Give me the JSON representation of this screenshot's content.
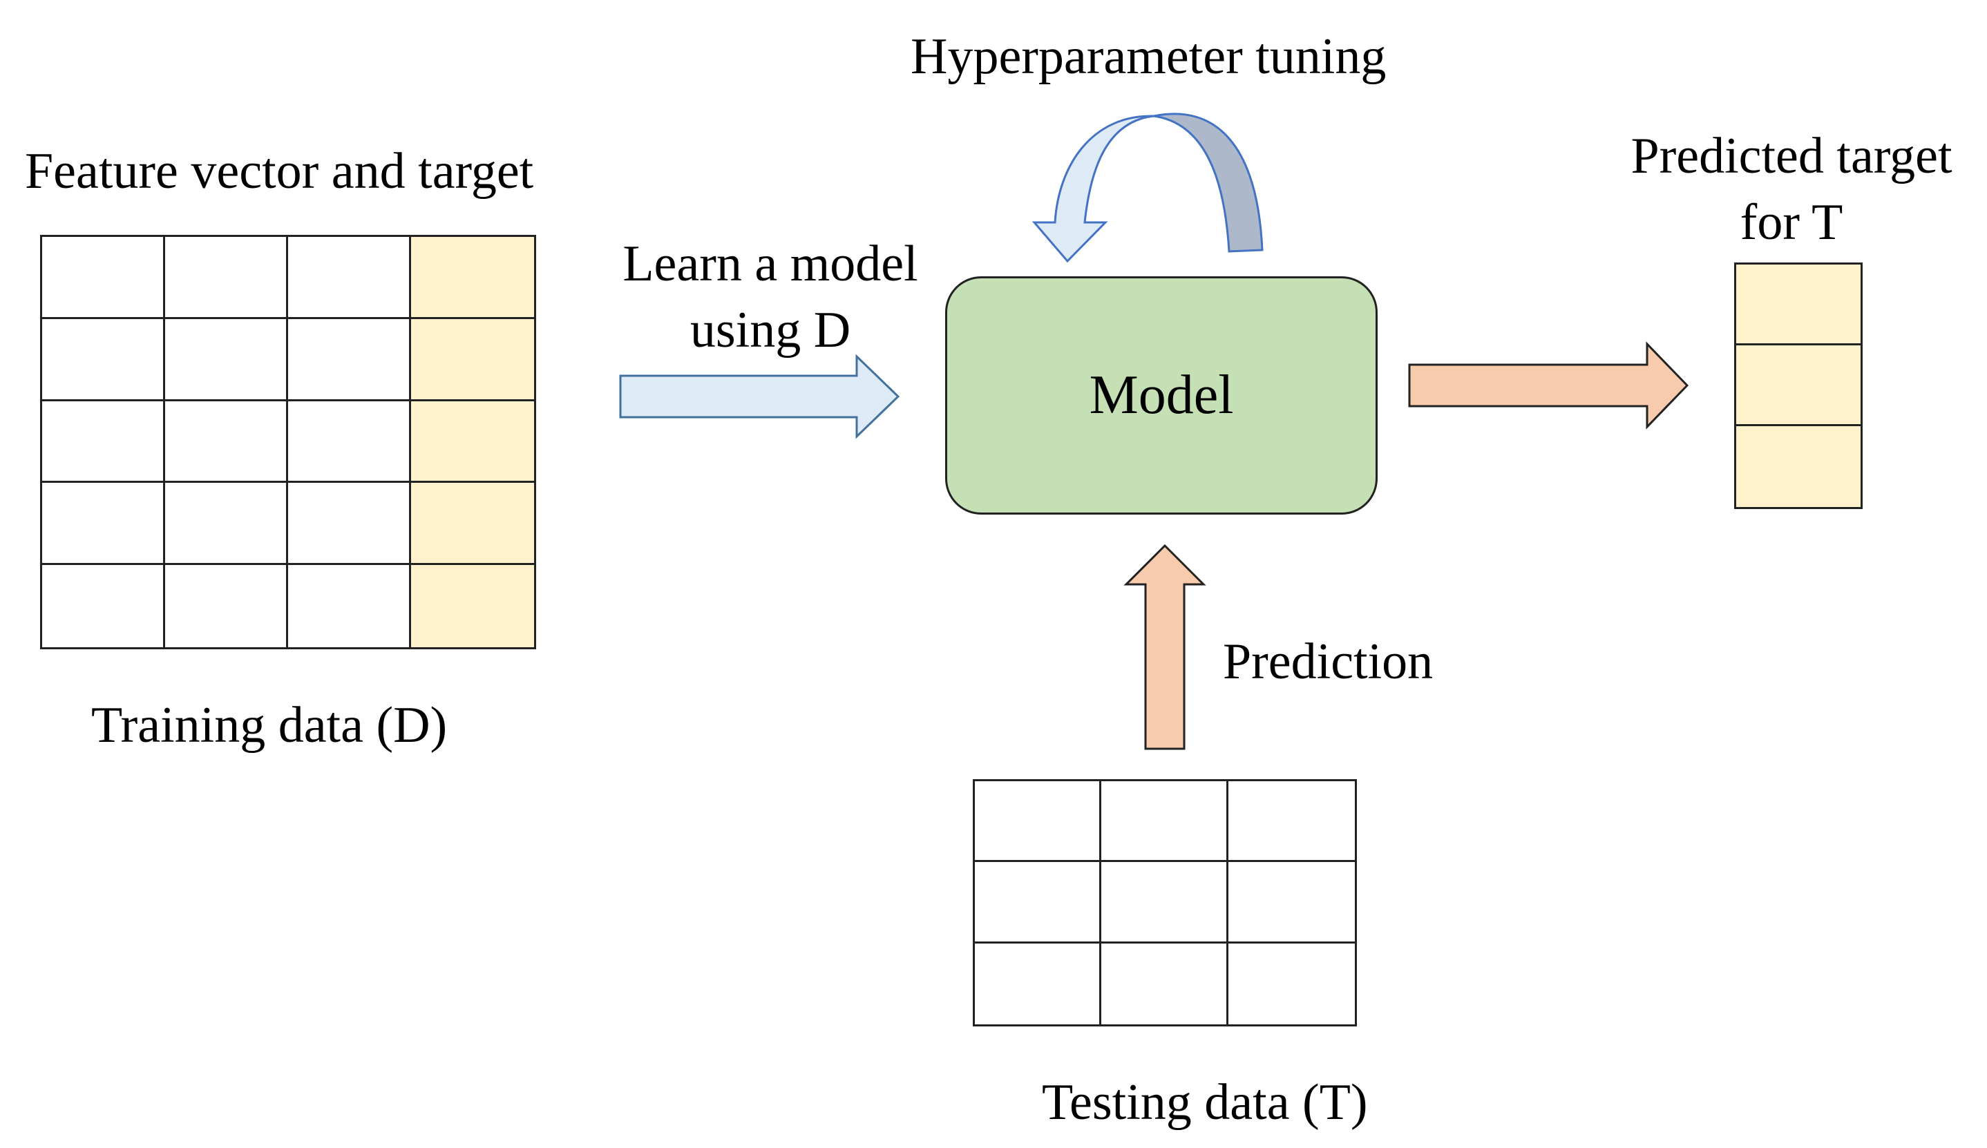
{
  "labels": {
    "feature_vector": "Feature vector and target",
    "training_data": "Training data (D)",
    "learn_line1": "Learn a model",
    "learn_line2": "using D",
    "hyperparameter": "Hyperparameter tuning",
    "model": "Model",
    "prediction": "Prediction",
    "testing_data": "Testing data (T)",
    "predicted_line1": "Predicted target",
    "predicted_line2": "for T"
  },
  "training_table": {
    "rows": 5,
    "feature_cols": 3,
    "target_cols": 1
  },
  "testing_table": {
    "rows": 3,
    "cols": 3
  },
  "predicted_table": {
    "rows": 3,
    "cols": 1
  },
  "colors": {
    "target_fill": "#fff2cc",
    "model_fill": "#c5e0b4",
    "learn_arrow_fill": "#deebf7",
    "learn_arrow_stroke": "#41719c",
    "predict_arrow_fill": "#f8cbad",
    "loop_light": "#deebf7",
    "loop_dark": "#adb9ca",
    "loop_stroke": "#4472c4",
    "line": "#222222"
  }
}
